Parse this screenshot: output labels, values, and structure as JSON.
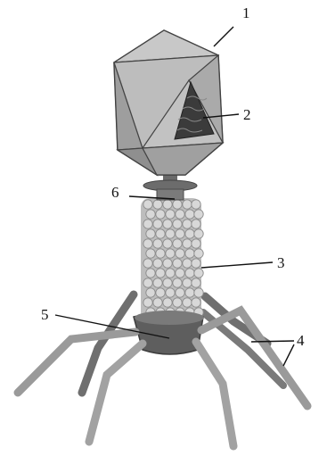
{
  "diagram": {
    "labels": [
      {
        "id": "1",
        "text": "1"
      },
      {
        "id": "2",
        "text": "2"
      },
      {
        "id": "3",
        "text": "3"
      },
      {
        "id": "4",
        "text": "4"
      },
      {
        "id": "5",
        "text": "5"
      },
      {
        "id": "6",
        "text": "6"
      }
    ]
  },
  "colors": {
    "head_light": "#c9c9c9",
    "head_mid": "#a8a8a8",
    "head_dark": "#7d7d7d",
    "dna": "#3a3a3a",
    "collar": "#6a6a6a",
    "tail_bead": "#d6d6d6",
    "plate": "#5c5c5c",
    "fiber": "#9b9b9b",
    "fiber_dark": "#666666"
  }
}
